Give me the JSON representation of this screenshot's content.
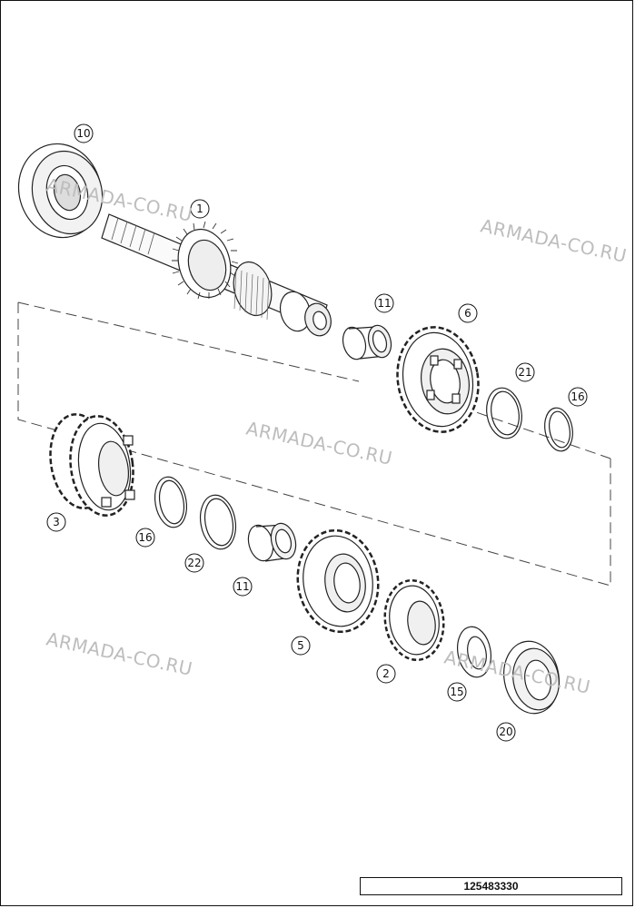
{
  "diagram": {
    "callouts": [
      "10",
      "1",
      "11",
      "6",
      "21",
      "16",
      "3",
      "16",
      "22",
      "11",
      "5",
      "2",
      "15",
      "20"
    ],
    "watermark": "ARMADA-CO.RU",
    "part_number": "125483330"
  }
}
